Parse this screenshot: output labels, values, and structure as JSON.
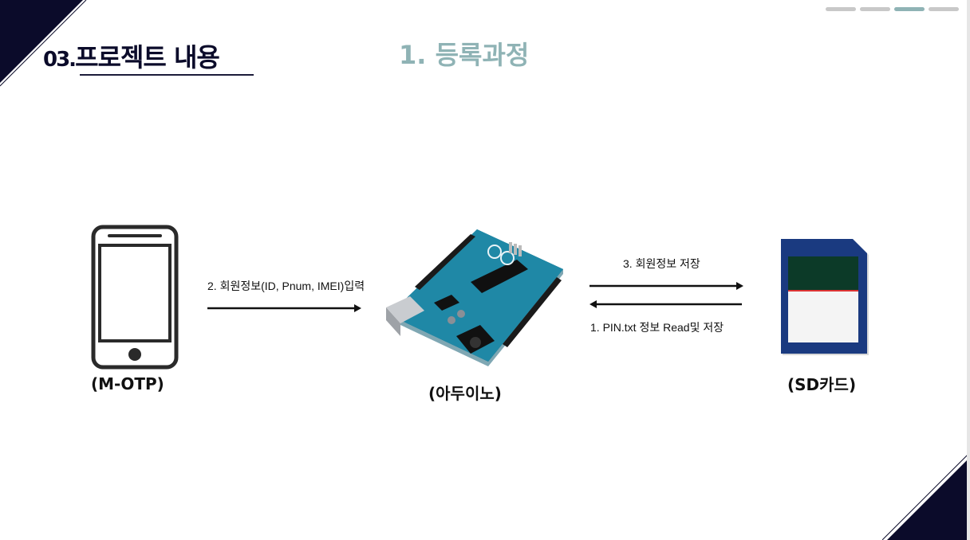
{
  "header": {
    "section_number": "03.",
    "section_title": "프로젝트 내용",
    "step_title": "1. 등록과정"
  },
  "nodes": {
    "phone_label": "(M-OTP)",
    "arduino_label": "(아두이노)",
    "sdcard_label": "(SD카드)"
  },
  "arrows": {
    "phone_to_arduino": "2.  회원정보(ID,  Pnum,  IMEI)입력",
    "arduino_to_sd": "3.  회원정보  저장",
    "sd_to_arduino": "1.  PIN.txt  정보  Read및  저장"
  },
  "colors": {
    "navy": "#0b0b2a",
    "teal": "#8fb3b5",
    "arduino_board": "#1d7f9b",
    "sd_card": "#1a3a80"
  }
}
